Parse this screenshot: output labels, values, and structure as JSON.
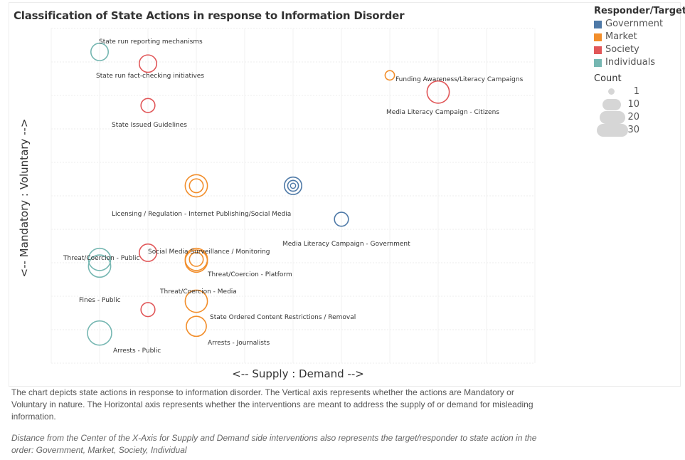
{
  "chart_data": {
    "type": "scatter",
    "title": "Classification of State Actions in response to Information Disorder",
    "xlabel": "<-- Supply : Demand -->",
    "ylabel": "<-- Mandatory : Voluntary -->",
    "legend_placement": "right",
    "grid": true,
    "color_legend": {
      "title": "Responder/Target",
      "items": [
        {
          "name": "Government",
          "color": "#4e79a7"
        },
        {
          "name": "Market",
          "color": "#f28e2b"
        },
        {
          "name": "Society",
          "color": "#e15759"
        },
        {
          "name": "Individuals",
          "color": "#76b7b2"
        }
      ]
    },
    "size_legend": {
      "title": "Count",
      "values": [
        1,
        10,
        20,
        30
      ]
    },
    "points": [
      {
        "label": "State run reporting mechanisms",
        "group": "Individuals",
        "x": 1.0,
        "y": 9.3,
        "count": 10
      },
      {
        "label": "State run fact-checking initiatives",
        "group": "Society",
        "x": 2.0,
        "y": 8.95,
        "count": 10
      },
      {
        "label": "State Issued Guidelines",
        "group": "Society",
        "x": 2.0,
        "y": 7.7,
        "count": 5
      },
      {
        "label": "Funding Awareness/Literacy Campaigns",
        "group": "Market",
        "x": 7.0,
        "y": 8.6,
        "count": 1
      },
      {
        "label": "Media Literacy Campaign - Citizens",
        "group": "Society",
        "x": 8.0,
        "y": 8.1,
        "count": 20
      },
      {
        "label": "Licensing / Regulation - Internet Publishing/Social Media",
        "group": "Market",
        "x": 3.0,
        "y": 5.3,
        "count": 20
      },
      {
        "label": "",
        "group": "Government",
        "x": 5.0,
        "y": 5.3,
        "count": 10
      },
      {
        "label": "Media Literacy Campaign - Government",
        "group": "Government",
        "x": 6.0,
        "y": 4.3,
        "count": 5
      },
      {
        "label": "Social Media Surveillance / Monitoring",
        "group": "Society",
        "x": 2.0,
        "y": 3.3,
        "count": 10
      },
      {
        "label": "Threat/Coercion - Public",
        "group": "Individuals",
        "x": 1.0,
        "y": 3.1,
        "count": 20
      },
      {
        "label": "Fines - Public",
        "group": "Individuals",
        "x": 1.0,
        "y": 2.9,
        "count": 20
      },
      {
        "label": "Threat/Coercion - Platform",
        "group": "Market",
        "x": 3.0,
        "y": 3.1,
        "count": 20
      },
      {
        "label": "Threat/Coercion - Media",
        "group": "Market",
        "x": 3.0,
        "y": 3.05,
        "count": 20
      },
      {
        "label": "State Ordered Content Restrictions / Removal",
        "group": "Market",
        "x": 3.0,
        "y": 1.85,
        "count": 20
      },
      {
        "label": "",
        "group": "Society",
        "x": 2.0,
        "y": 1.6,
        "count": 5
      },
      {
        "label": "Arrests - Journalists",
        "group": "Market",
        "x": 3.0,
        "y": 1.1,
        "count": 15
      },
      {
        "label": "Arrests - Public",
        "group": "Individuals",
        "x": 1.0,
        "y": 0.9,
        "count": 25
      }
    ]
  },
  "description": "The chart depicts state actions in response to information disorder. The Vertical axis represents whether the actions are Mandatory or Voluntary in nature. The Horizontal axis represents whether the interventions are meant to address the supply of or demand for misleading information.",
  "note": "Distance from the Center of the X-Axis for Supply and Demand side interventions also represents the target/responder to state action in the order: Government, Market, Society, Individual"
}
